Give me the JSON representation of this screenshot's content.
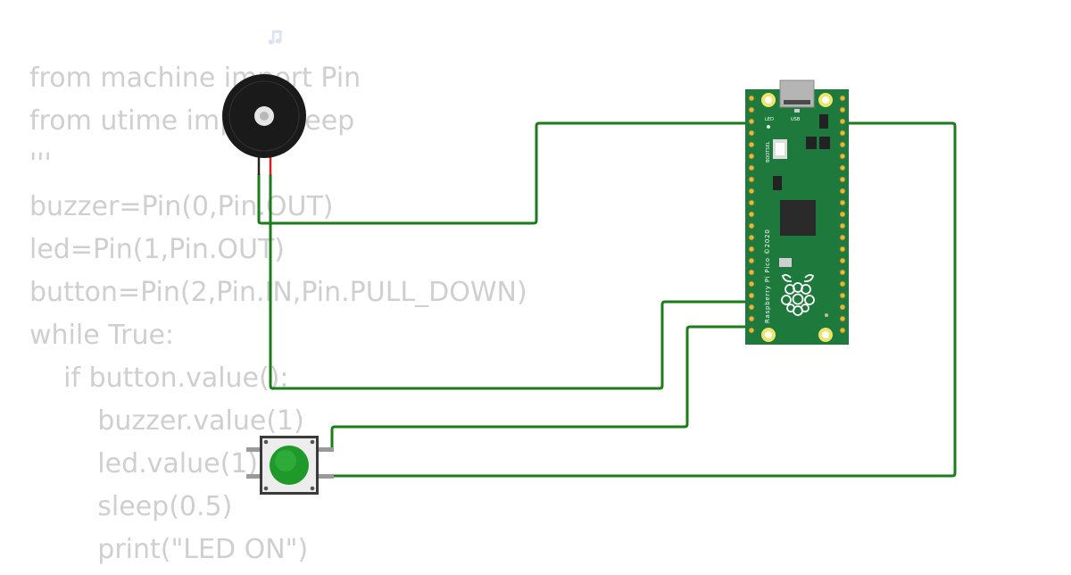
{
  "code": {
    "lines": [
      "from machine import Pin",
      "from utime import sleep",
      "'''",
      "buzzer=Pin(0,Pin.OUT)",
      "led=Pin(1,Pin.OUT)",
      "button=Pin(2,Pin.IN,Pin.PULL_DOWN)",
      "while True:",
      "    if button.value():",
      "        buzzer.value(1)",
      "        led.value(1)",
      "        sleep(0.5)",
      "        print(\"LED ON\")"
    ]
  },
  "board": {
    "name": "Raspberry Pi Pico ©2020",
    "labels": {
      "led": "LED",
      "usb": "USB",
      "bootsel": "BOOTSEL"
    }
  },
  "components": {
    "buzzer_icon": "music-note-icon",
    "board_icon": "raspberry-logo-icon"
  },
  "colors": {
    "wire": "#1a7d1a",
    "board": "#1e7a3c",
    "button_cap": "#1e9a2a",
    "code_text": "#cfcfcf"
  }
}
